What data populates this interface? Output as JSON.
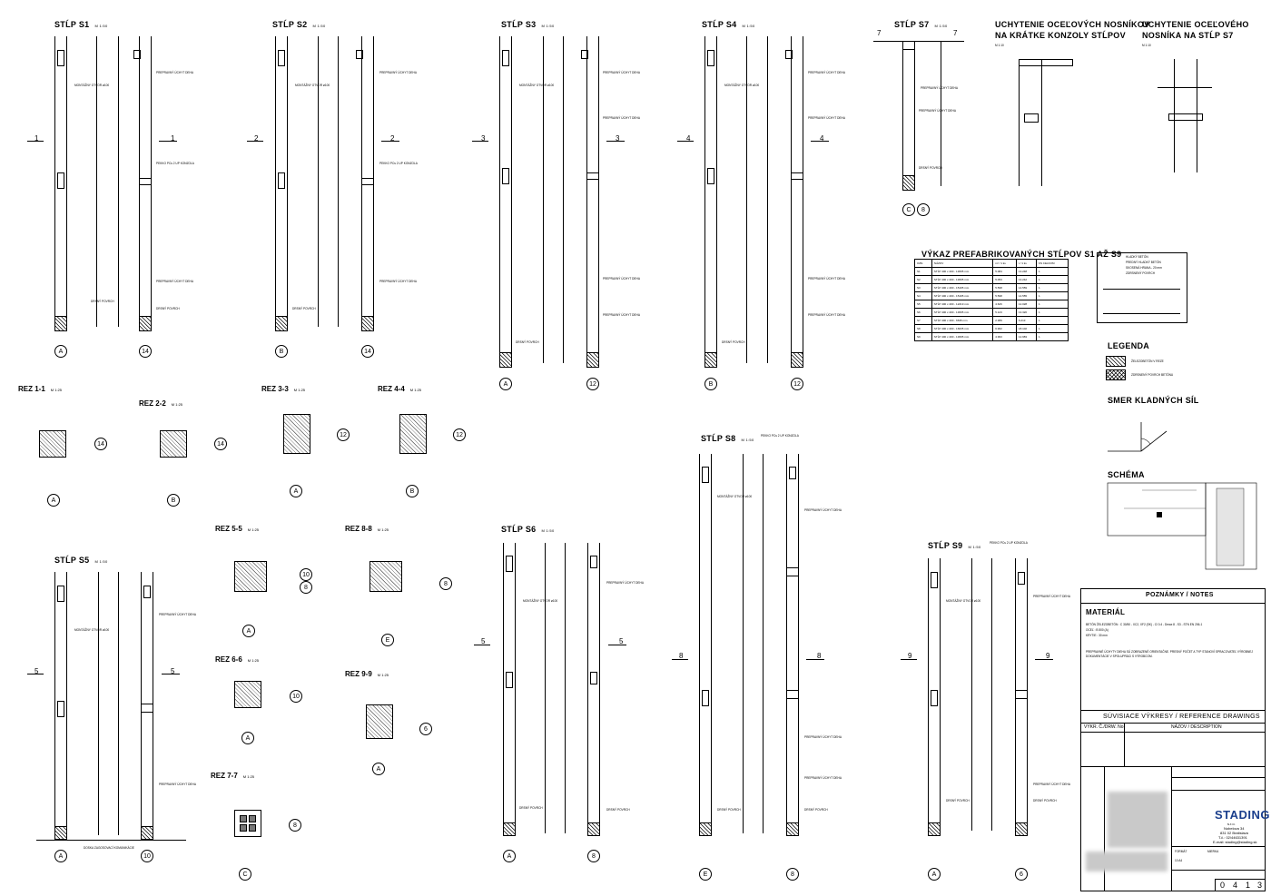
{
  "columns": [
    {
      "title": "STĹP  S1",
      "scale": "M 1:50",
      "axes": [
        "A",
        "14"
      ]
    },
    {
      "title": "STĹP  S2",
      "scale": "M 1:50",
      "axes": [
        "B",
        "14"
      ]
    },
    {
      "title": "STĹP  S3",
      "scale": "M 1:50",
      "axes": [
        "A",
        "12"
      ]
    },
    {
      "title": "STĹP  S4",
      "scale": "M 1:50",
      "axes": [
        "B",
        "12"
      ]
    },
    {
      "title": "STĹP  S7",
      "scale": "M 1:50",
      "axes": [
        "C",
        "8"
      ]
    },
    {
      "title": "STĹP  S5",
      "scale": "M 1:50",
      "axes": [
        "A",
        "10"
      ]
    },
    {
      "title": "STĹP  S6",
      "scale": "M 1:50",
      "axes": [
        "A",
        "8"
      ]
    },
    {
      "title": "STĹP  S8",
      "scale": "M 1:50",
      "axes": [
        "E",
        "8"
      ]
    },
    {
      "title": "STĹP  S9",
      "scale": "M 1:50",
      "axes": [
        "A",
        "6"
      ]
    }
  ],
  "sections": [
    {
      "title": "REZ  1-1",
      "scale": "M 1:25",
      "axis_a": "A",
      "axis_b": "14"
    },
    {
      "title": "REZ  2-2",
      "scale": "M 1:25",
      "axis_a": "B",
      "axis_b": "14"
    },
    {
      "title": "REZ  3-3",
      "scale": "M 1:25",
      "axis_a": "A",
      "axis_b": "12"
    },
    {
      "title": "REZ  4-4",
      "scale": "M 1:25",
      "axis_a": "B",
      "axis_b": "12"
    },
    {
      "title": "REZ  5-5",
      "scale": "M 1:25",
      "axis_a": "A",
      "axis_b": "10",
      "axis_c": "8"
    },
    {
      "title": "REZ  8-8",
      "scale": "M 1:25",
      "axis_a": "E",
      "axis_b": "8"
    },
    {
      "title": "REZ  6-6",
      "scale": "M 1:25",
      "axis_a": "A",
      "axis_b": "10"
    },
    {
      "title": "REZ  9-9",
      "scale": "M 1:25",
      "axis_a": "A",
      "axis_b": "6"
    },
    {
      "title": "REZ  7-7",
      "scale": "M 1:25",
      "axis_a": "C",
      "axis_b": "8"
    }
  ],
  "details": {
    "title1": "UCHYTENIE OCEĽOVÝCH NOSNÍKOV",
    "title1b": "NA KRÁTKE KONZOLY STĹPOV",
    "title2": "UCHYTENIE OCEĽOVÉHO",
    "title2b": "NOSNÍKA NA STĹP S7",
    "scale": "M 1:10"
  },
  "vykaz": {
    "title": "VÝKAZ PREFABRIKOVANÝCH STĹPOV S1 AŽ S9",
    "headers": [
      "OZN.",
      "NÁZOV",
      "m³ / 1 ks",
      "t / 1 ks",
      "KS CELKOM"
    ],
    "rows": [
      [
        "S1",
        "STĹP 400 x 400 - 13695 mm",
        "5.084",
        "13.248",
        "1"
      ],
      [
        "S2",
        "STĹP 400 x 400 - 13695 mm",
        "5.053",
        "13.242",
        "1"
      ],
      [
        "S3",
        "STĹP 400 x 400 - 15195 mm",
        "5.598",
        "14.559",
        "1"
      ],
      [
        "S4",
        "STĹP 400 x 400 - 15195 mm",
        "5.598",
        "14.555",
        "1"
      ],
      [
        "S5",
        "STĹP 400 x 400 - 12219 mm",
        "4.626",
        "12.028",
        "1"
      ],
      [
        "S6",
        "STĹP 400 x 400 - 13695 mm",
        "5.123",
        "13.320",
        "1"
      ],
      [
        "S7",
        "STĹP 400 x 400 - 6635 mm",
        "2.389",
        "6.213",
        "1"
      ],
      [
        "S8",
        "STĹP 400 x 400 - 16635 mm",
        "6.962",
        "18.102",
        "1"
      ],
      [
        "S9",
        "STĹP 400 x 400 - 13695 mm",
        "4.993",
        "12.983",
        "1"
      ]
    ]
  },
  "legend_top": [
    "HLADKÝ BETÓN",
    "PREDNÝ HLADKÝ BETÓN",
    "SKOSENÁ HRANA - 20 mm",
    "ZDRSNENÝ POVRCH"
  ],
  "legenda": {
    "title": "LEGENDA",
    "item1": "ŽELEZOBETÓN V REZE",
    "item2": "ZDRSNENÝ POVRCH BETÓNU"
  },
  "smer": {
    "title": "SMER KLADNÝCH SÍL"
  },
  "schema": {
    "title": "SCHÉMA"
  },
  "notes": {
    "title": "POZNÁMKY / NOTES",
    "material_title": "MATERIÁL",
    "material_text1": "BETÓN ŽELEZOBETÓN : C 30/50 - XC2, XF2 (SK) - Cl 0.4 - Dmax 8 - S3 - STN EN 206-1",
    "material_text2": "OCEĽ : B 500 (A)",
    "material_text3": "KRYTIE : 30 mm",
    "note_text": "PREPRAVNÉ ÚCHYTY DIEHA SÚ ZOBRAZENÉ ORIENTAČNE. PRESNÝ POČET A TYP STANOVÍ SPRACOVATEĽ VÝROBNEJ DOKUMENTÁCIE V SPOLUPRÁCI S VÝROBCOM.",
    "ref_title": "SÚVISIACE VÝKRESY / REFERENCE DRAWINGS",
    "ref_col1": "VÝKR. Č./DRW. No",
    "ref_col2": "NÁZOV / DESCRIPTION"
  },
  "company": {
    "name": "STADING",
    "line1": "s.r.o.",
    "line2": "Nobelova 34",
    "line3": "831 02  Bratislava",
    "line4": "T.č.: 02/44631391",
    "line5": "E-mail: stading@stading.sk"
  },
  "title_block": {
    "label_format": "FORMÁT",
    "format": "10 A4",
    "label_scale": "MIERKA",
    "drawing_no": [
      "0",
      "4",
      "1",
      "3"
    ]
  },
  "labels": {
    "prepravny": "PREPRAVNÝ ÚCHYT DEHA",
    "montazny": "MONTÁŽNY OTVOR ø100",
    "drsny": "DRSNÝ POVRCH",
    "konzola": "PEKKO PCs 2 UP KONZOLA",
    "doska": "DOSKA ZAGOSOVACÍ KOMUNIKÁCIE"
  }
}
